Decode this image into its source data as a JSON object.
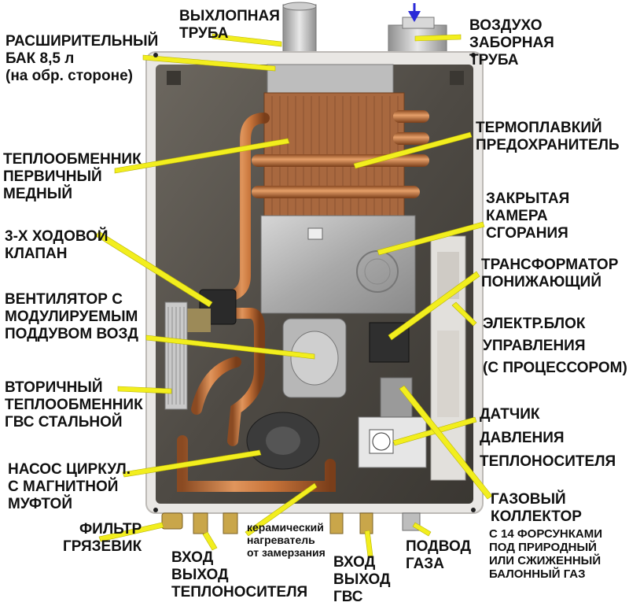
{
  "labels": {
    "exhaust_pipe": [
      "ВЫХЛОПНАЯ",
      "ТРУБА"
    ],
    "air_intake_pipe": [
      "ВОЗДУХО",
      "ЗАБОРНАЯ",
      "ТРУБА"
    ],
    "expansion_tank": [
      "РАСШИРИТЕЛЬНЫЙ",
      "БАК  8,5 л",
      "(на обр. стороне)"
    ],
    "thermal_fuse": [
      "ТЕРМОПЛАВКИЙ",
      "ПРЕДОХРАНИТЕЛЬ"
    ],
    "primary_heat_exchanger": [
      "ТЕПЛООБМЕННИК",
      "ПЕРВИЧНЫЙ",
      "МЕДНЫЙ"
    ],
    "combustion_chamber": [
      "ЗАКРЫТАЯ",
      "КАМЕРА",
      "СГОРАНИЯ"
    ],
    "three_way_valve": [
      "3-Х ХОДОВОЙ",
      "КЛАПАН"
    ],
    "step_down_transformer": [
      "ТРАНСФОРМАТОР",
      "ПОНИЖАЮЩИЙ"
    ],
    "fan": [
      "ВЕНТИЛЯТОР С",
      "МОДУЛИРУЕМЫМ",
      "ПОДДУВОМ ВОЗД"
    ],
    "control_unit": [
      "ЭЛЕКТР.БЛОК",
      "УПРАВЛЕНИЯ",
      "(С ПРОЦЕССОРОМ)"
    ],
    "secondary_heat_exchanger": [
      "ВТОРИЧНЫЙ",
      "ТЕПЛООБМЕННИК",
      "ГВС СТАЛЬНОЙ"
    ],
    "pressure_sensor": [
      "ДАТЧИК",
      "ДАВЛЕНИЯ",
      "ТЕПЛОНОСИТЕЛЯ"
    ],
    "circulation_pump": [
      "НАСОС ЦИРКУЛ.",
      "С МАГНИТНОЙ",
      "МУФТОЙ"
    ],
    "gas_manifold": [
      "ГАЗОВЫЙ",
      "КОЛЛЕКТОР"
    ],
    "gas_manifold_note": [
      "С 14 ФОРСУНКАМИ",
      "ПОД ПРИРОДНЫЙ",
      "ИЛИ СЖИЖЕННЫЙ",
      "БАЛОННЫЙ ГАЗ"
    ],
    "mud_filter": [
      "ФИЛЬТР",
      "ГРЯЗЕВИК"
    ],
    "heating_in_out": [
      "ВХОД",
      "ВЫХОД",
      "ТЕПЛОНОСИТЕЛЯ"
    ],
    "antifreeze_heater": [
      "керамический",
      "нагреватель",
      "от замерзания"
    ],
    "dhw_in_out": [
      "ВХОД",
      "ВЫХОД",
      "ГВС"
    ],
    "gas_supply": [
      "ПОДВОД",
      "ГАЗА"
    ]
  },
  "colors": {
    "pointer_arrow": "#f2ee1e",
    "pipe_copper": "#c8743a",
    "cabinet": "#e9e7e4",
    "interior": "#5a564f",
    "air_arrow": "#2a2ad8"
  }
}
